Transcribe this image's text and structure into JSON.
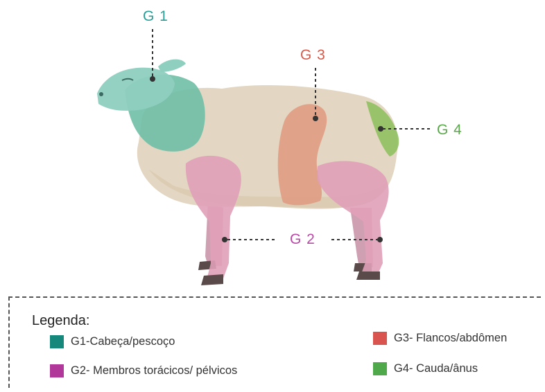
{
  "labels": {
    "g1": "G 1",
    "g2": "G 2",
    "g3": "G 3",
    "g4": "G 4"
  },
  "legend": {
    "title": "Legenda:",
    "items": [
      {
        "text": "G1-Cabeça/pescoço",
        "color": "#16877b"
      },
      {
        "text": "G2- Membros torácicos/ pélvicos",
        "color": "#b2379a"
      },
      {
        "text": "G3- Flancos/abdômen",
        "color": "#d9534f"
      },
      {
        "text": "G4- Cauda/ânus",
        "color": "#4fa84a"
      }
    ]
  },
  "colors": {
    "g1_label": "#2a9d96",
    "g2_label": "#b94aa6",
    "g3_label": "#d65a4a",
    "g4_label": "#5aa84a",
    "wool": "#e3d6c2",
    "g1_region": "#6fbfa6",
    "g2_region": "#e0a0b8",
    "g3_region": "#df9a80",
    "g4_region": "#8cc05c"
  }
}
